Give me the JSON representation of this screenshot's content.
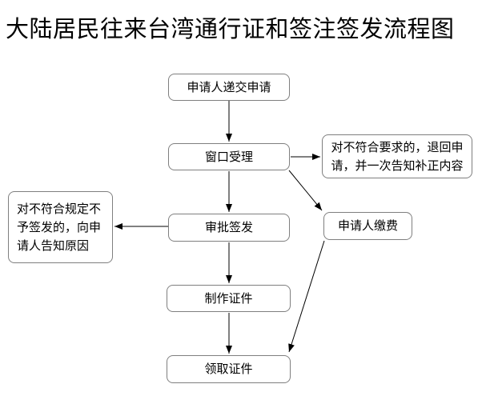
{
  "title": "大陆居民往来台湾通行证和签注签发流程图",
  "flowchart": {
    "type": "flowchart",
    "nodes": {
      "submit": {
        "label": "申请人递交申请"
      },
      "accept": {
        "label": "窗口受理"
      },
      "approve": {
        "label": "审批签发"
      },
      "produce": {
        "label": "制作证件"
      },
      "collect": {
        "label": "领取证件"
      },
      "pay": {
        "label": "申请人缴费"
      },
      "reject_return": {
        "label": "对不符合要求的，退回申请，并一次告知补正内容"
      },
      "reject_notify": {
        "label": "对不符合规定不予签发的，向申请人告知原因"
      }
    },
    "edges": [
      {
        "from": "submit",
        "to": "accept",
        "style": "solid-arrow"
      },
      {
        "from": "accept",
        "to": "reject_return",
        "style": "solid-arrow"
      },
      {
        "from": "accept",
        "to": "approve",
        "style": "solid-arrow"
      },
      {
        "from": "accept",
        "to": "pay",
        "style": "solid-arrow"
      },
      {
        "from": "approve",
        "to": "reject_notify",
        "style": "solid-arrow"
      },
      {
        "from": "approve",
        "to": "produce",
        "style": "solid-arrow"
      },
      {
        "from": "produce",
        "to": "collect",
        "style": "solid-arrow"
      },
      {
        "from": "pay",
        "to": "collect",
        "style": "solid-arrow"
      }
    ],
    "colors": {
      "background": "#ffffff",
      "node_fill": "#ffffff",
      "node_border": "#7f7f7f",
      "text": "#000000",
      "arrow": "#000000"
    }
  }
}
